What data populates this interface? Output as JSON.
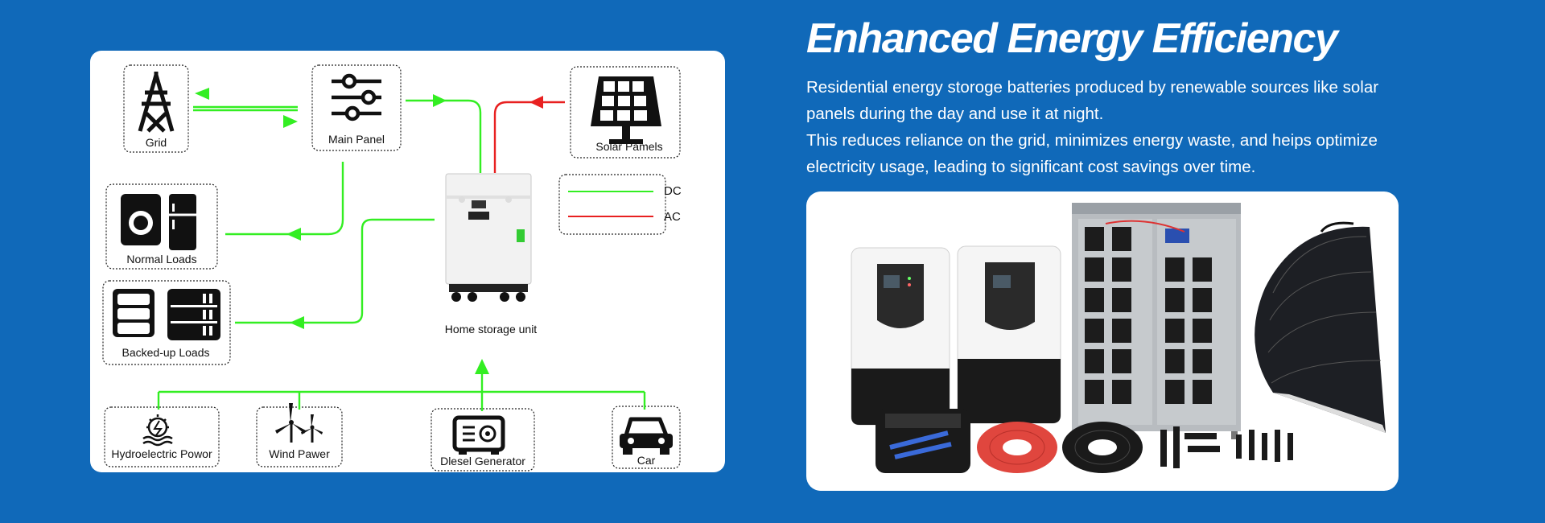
{
  "headline": "Enhanced Energy Efficiency",
  "description": [
    "Residential energy storoge batteries produced by renewable sources like solar panels during the day and use it at night.",
    "This reduces reliance on the grid, minimizes energy waste, and heips optimize electricity usage, leading to significant cost savings over time."
  ],
  "diagram": {
    "nodes": {
      "grid": {
        "label": "Grid",
        "icon": "power-tower-icon"
      },
      "main_panel": {
        "label": "Main Panel",
        "icon": "sliders-icon"
      },
      "solar_panels": {
        "label": "Solar Pamels",
        "icon": "solar-panel-icon"
      },
      "normal_loads": {
        "label": "Normal Loads",
        "icon": "appliances-icon"
      },
      "backed_up_loads": {
        "label": "Backed-up Loads",
        "icon": "server-rack-icon"
      },
      "home_storage": {
        "label": "Home storage unit",
        "icon": "battery-cabinet-icon"
      },
      "hydro": {
        "label": "Hydroelectric Powor",
        "icon": "hydro-icon"
      },
      "wind": {
        "label": "Wind Pawer",
        "icon": "wind-turbine-icon"
      },
      "diesel": {
        "label": "Dlesel Generator",
        "icon": "generator-icon"
      },
      "car": {
        "label": "Car",
        "icon": "car-icon"
      }
    },
    "legend": [
      {
        "label": "DC",
        "color": "#22ee22"
      },
      {
        "label": "AC",
        "color": "#e82020"
      }
    ]
  },
  "product_image": {
    "alt": "inverters, battery rack, flexible solar panel, cables, connectors"
  }
}
